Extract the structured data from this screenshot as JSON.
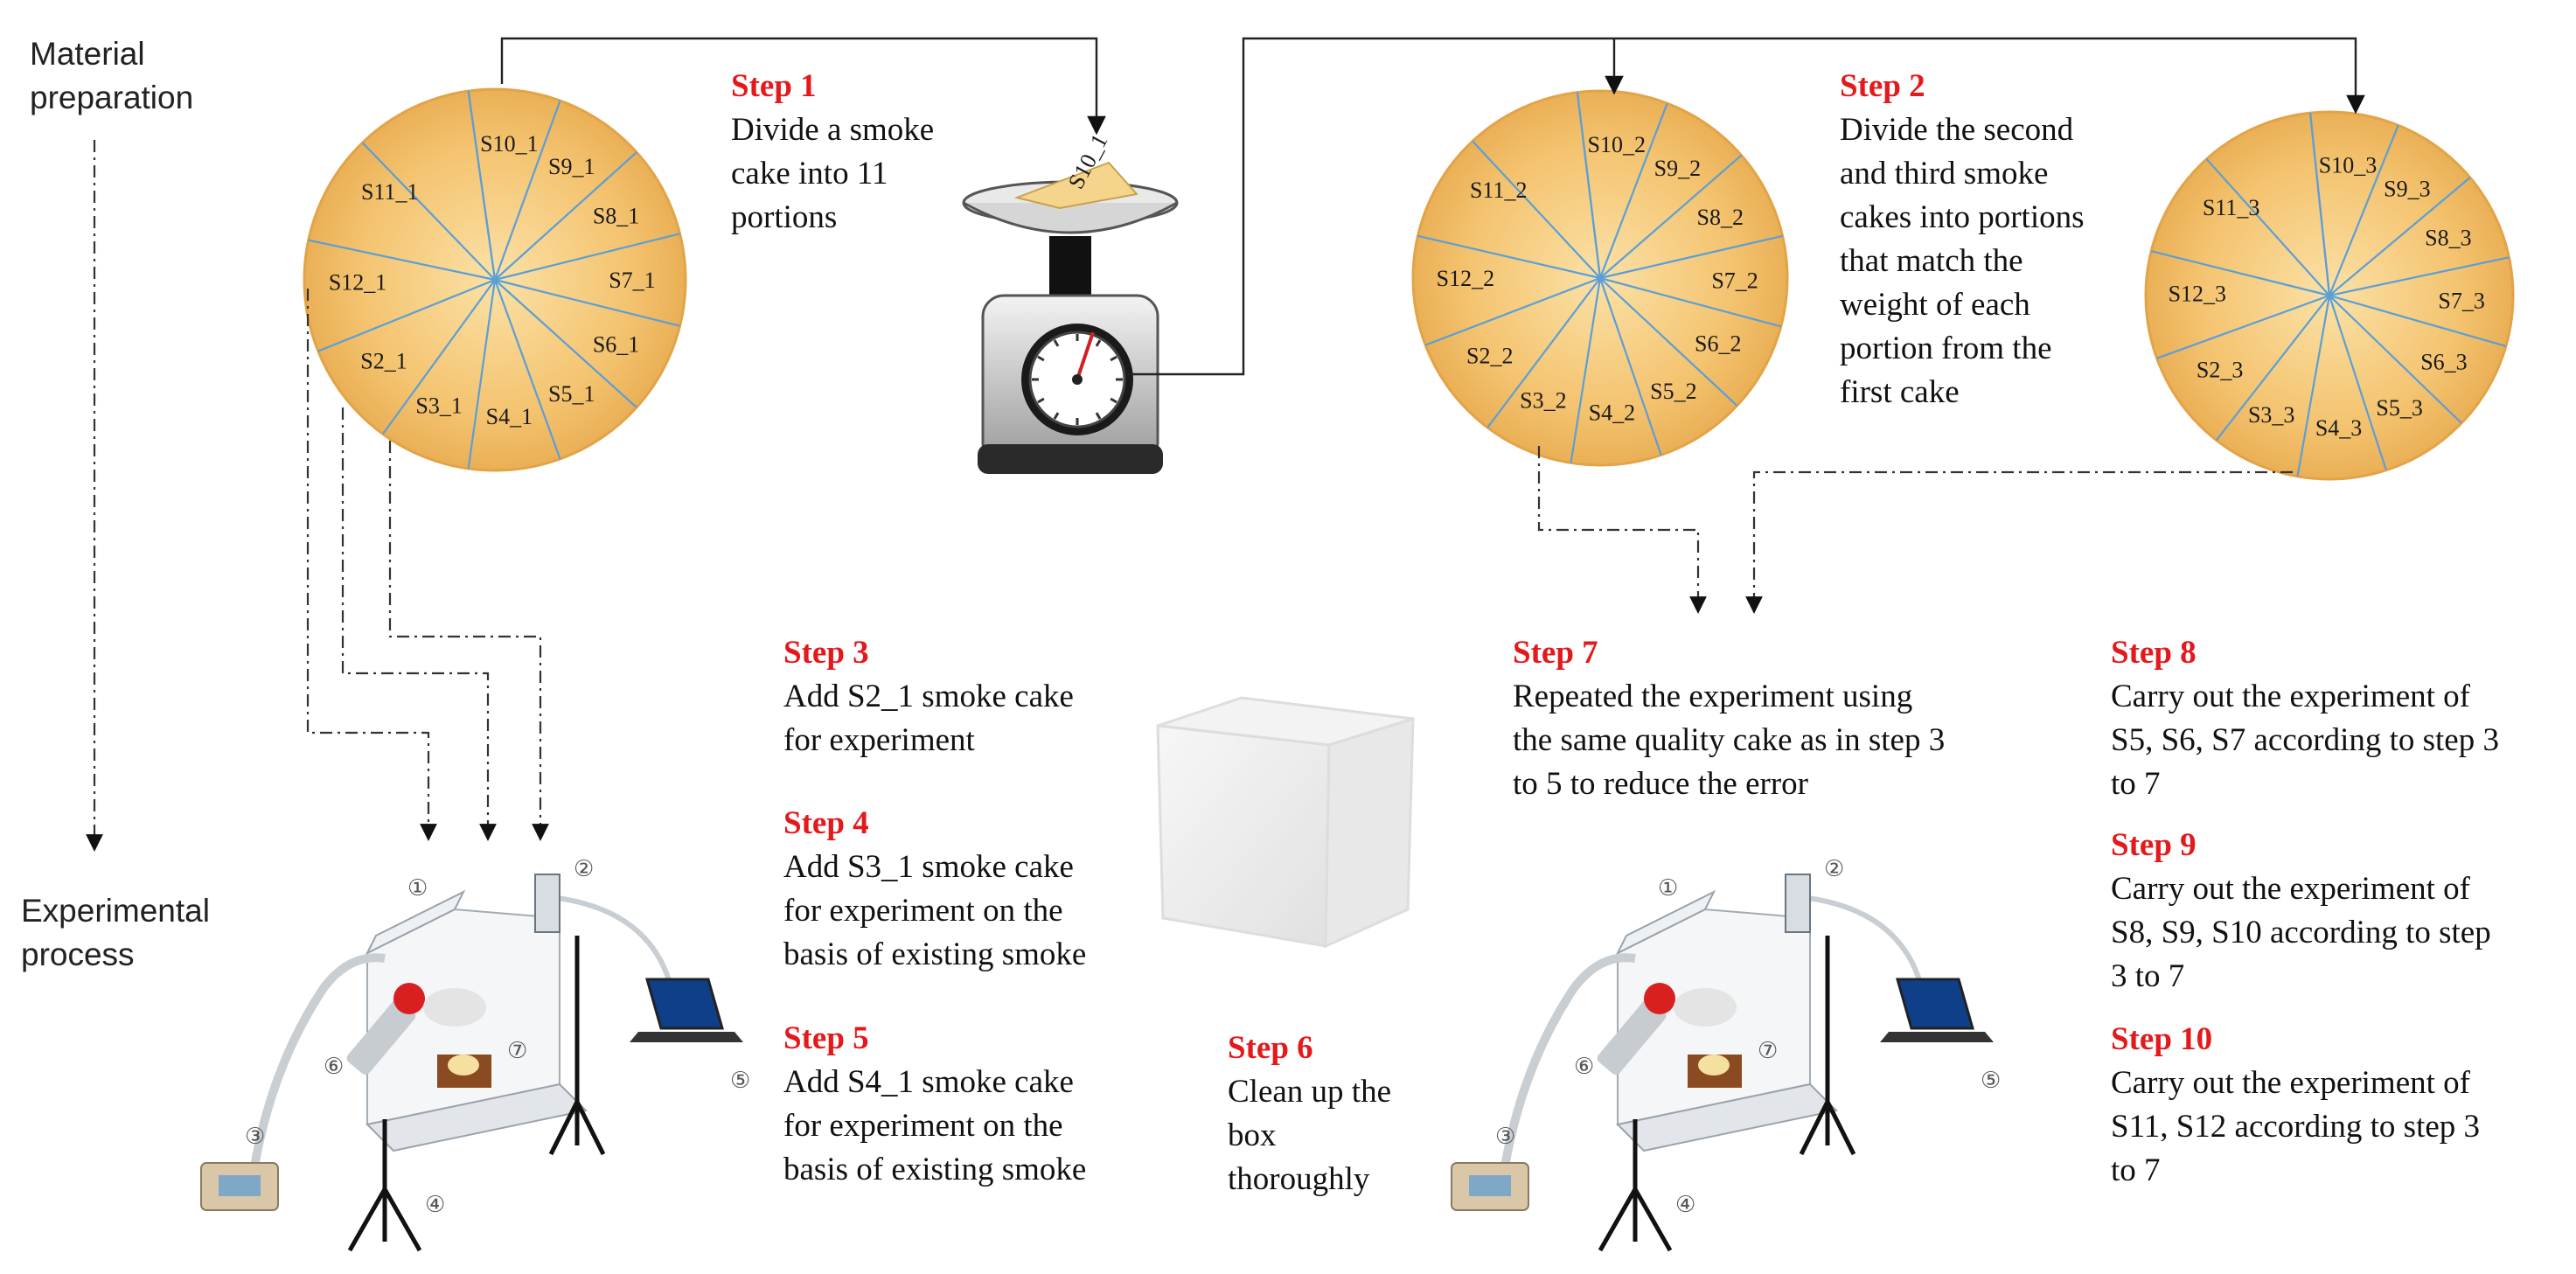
{
  "side_labels": {
    "material": [
      "Material",
      "preparation"
    ],
    "experimental": [
      "Experimental",
      "process"
    ]
  },
  "cakes": [
    {
      "name": "cake-1",
      "labels": [
        "S10_1",
        "S9_1",
        "S8_1",
        "S7_1",
        "S6_1",
        "S5_1",
        "S4_1",
        "S3_1",
        "S2_1",
        "S12_1",
        "S11_1"
      ]
    },
    {
      "name": "cake-2",
      "labels": [
        "S10_2",
        "S9_2",
        "S8_2",
        "S7_2",
        "S6_2",
        "S5_2",
        "S4_2",
        "S3_2",
        "S2_2",
        "S12_2",
        "S11_2"
      ]
    },
    {
      "name": "cake-3",
      "labels": [
        "S10_3",
        "S9_3",
        "S8_3",
        "S7_3",
        "S6_3",
        "S5_3",
        "S4_3",
        "S3_3",
        "S2_3",
        "S12_3",
        "S11_3"
      ]
    }
  ],
  "scale_slice_label": "S10_1",
  "steps": [
    {
      "title": "Step 1",
      "lines": [
        "Divide a smoke",
        "cake into 11",
        "portions"
      ]
    },
    {
      "title": "Step 2",
      "lines": [
        "Divide the second",
        "and third smoke",
        "cakes into portions",
        "that match the",
        "weight of each",
        "portion from the",
        "first cake"
      ]
    },
    {
      "title": "Step 3",
      "lines": [
        "Add S2_1 smoke cake",
        "for experiment"
      ]
    },
    {
      "title": "Step 4",
      "lines": [
        "Add S3_1 smoke cake",
        "for experiment on the",
        "basis of existing smoke"
      ]
    },
    {
      "title": "Step 5",
      "lines": [
        "Add S4_1 smoke cake",
        "for experiment on the",
        "basis of existing smoke"
      ]
    },
    {
      "title": "Step 6",
      "lines": [
        "Clean up the",
        "box",
        "thoroughly"
      ]
    },
    {
      "title": "Step 7",
      "lines": [
        "Repeated the experiment using",
        "the same quality cake as in step 3",
        "to 5 to reduce the error"
      ]
    },
    {
      "title": "Step 8",
      "lines": [
        "Carry out the experiment of",
        "S5, S6, S7 according to step 3",
        "to 7"
      ]
    },
    {
      "title": "Step 9",
      "lines": [
        "Carry out the experiment of",
        "S8, S9, S10 according to step",
        "3 to 7"
      ]
    },
    {
      "title": "Step 10",
      "lines": [
        "Carry out the experiment of",
        "S11, S12 according to step 3",
        "to 7"
      ]
    }
  ],
  "apparatus_markers": [
    "①",
    "②",
    "③",
    "④",
    "⑤",
    "⑥",
    "⑦"
  ],
  "colors": {
    "step_title": "#e4191c",
    "cake": "#f5c97a",
    "slice_line": "#5b9fd6"
  }
}
